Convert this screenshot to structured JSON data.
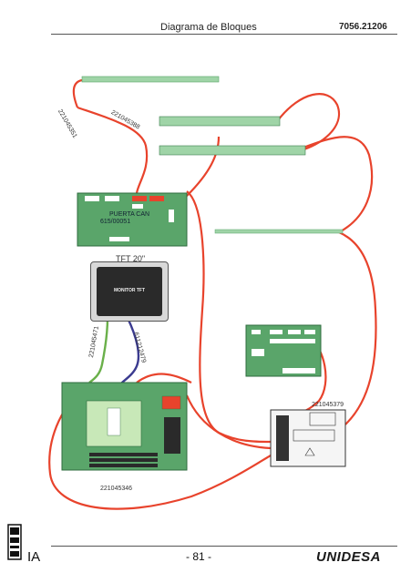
{
  "header": {
    "title": "Diagrama de Bloques",
    "code": "7056.21206"
  },
  "monitor": {
    "caption": "TFT 20\"",
    "screen_text": "MONITOR TFT"
  },
  "labels": {
    "cable_top": "221045351",
    "cable_mid": "221045388",
    "cable_green": "221045471",
    "cable_blue": "611212479",
    "board_right": "221045379",
    "board_main": "221045346",
    "board_top_name": "PUERTA CAN",
    "board_top_code": "615/00051"
  },
  "footer": {
    "left": "IA",
    "page": "- 81 -",
    "brand": "UNIDESA"
  },
  "colors": {
    "cable_red": "#e8432c",
    "cable_green": "#6ab04a",
    "cable_blue": "#3b3b90",
    "pcb": "#5aa56a",
    "pcb_dark": "#3d7d4d"
  },
  "icons": [
    "machine-icon",
    "lock-icon"
  ]
}
